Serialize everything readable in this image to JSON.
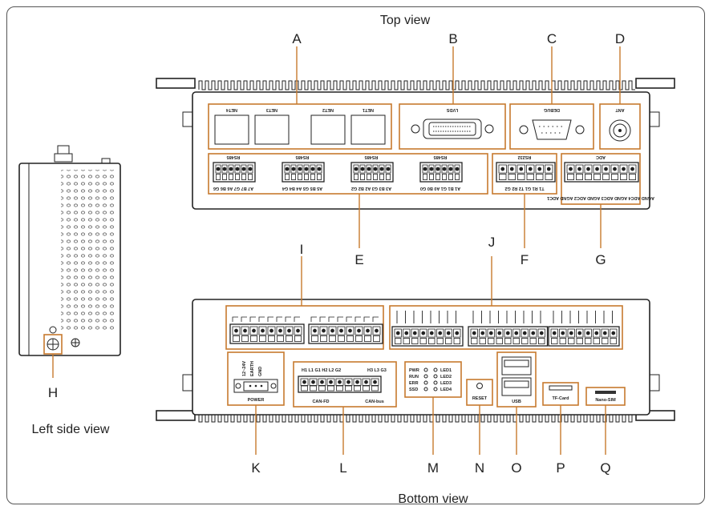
{
  "titles": {
    "top": "Top view",
    "bottom": "Bottom view",
    "left": "Left side view"
  },
  "callouts": {
    "A": "A",
    "B": "B",
    "C": "C",
    "D": "D",
    "E": "E",
    "F": "F",
    "G": "G",
    "H": "H",
    "I": "I",
    "J": "J",
    "K": "K",
    "L": "L",
    "M": "M",
    "N": "N",
    "O": "O",
    "P": "P",
    "Q": "Q"
  },
  "top_device": {
    "net_labels": [
      "NET4",
      "NET3",
      "NET2",
      "NET1"
    ],
    "lvds": "LVDS",
    "debug": "DEBUG",
    "ant": "ANT",
    "rs485": "RS485",
    "rs232": "RS232",
    "adc": "ADC",
    "rs485_pins_1": "A7 B7 G7 A6 B6 G6",
    "rs485_pins_2": "A5 B5 G5 A4 B4 G4",
    "rs485_pins_3": "A3 B3 G3 A2 B2 G2",
    "rs485_pins_4": "A1 B1 G1 A0 B0 G0",
    "rs232_pins": "T1 R1 G1 T2 R2 G2",
    "adc_pins": "AGND ADC4 AGND ADC3 AGND ADC2 AGND ADC1"
  },
  "bottom_device": {
    "power": "POWER",
    "power_pins": [
      "12~24V",
      "EARTH",
      "GND"
    ],
    "can_pins": "H1 L1 G1 H2 L2 G2",
    "can_pins_2": "H3 L3 G3",
    "can_fd": "CAN-FD",
    "can_bus": "CAN-bus",
    "leds_left": [
      "PWR",
      "RUN",
      "ERR",
      "SSD"
    ],
    "leds_right": [
      "LED1",
      "LED2",
      "LED3",
      "LED4"
    ],
    "reset": "RESET",
    "usb": "USB",
    "tf_card": "TF-Card",
    "nano_sim": "Nano-SIM"
  },
  "colors": {
    "callout_line": "#c77a2e",
    "outline": "#222222"
  }
}
